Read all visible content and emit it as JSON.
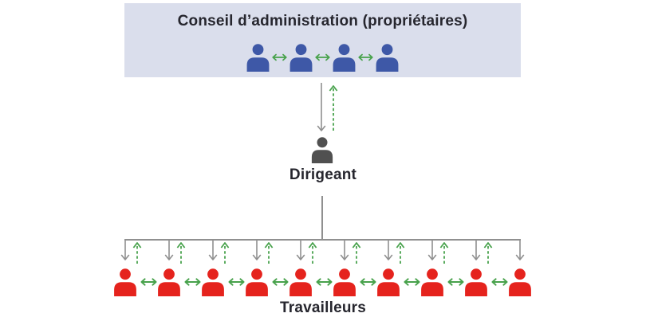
{
  "diagram": {
    "board": {
      "title": "Conseil d’administration (propriétaires)",
      "member_count": 4
    },
    "director": {
      "label": "Dirigeant"
    },
    "workers": {
      "label": "Travailleurs",
      "count": 10,
      "feedback_arrow_count": 9
    },
    "colors": {
      "board_box_bg": "#dadeec",
      "board_person": "#3e58a7",
      "director_person": "#505050",
      "worker_person": "#e5231d",
      "mutual_arrow_green": "#48a24c",
      "authority_arrow_gray": "#909090",
      "feedback_arrow_green": "#48a24c",
      "text": "#26262e"
    },
    "icons": {
      "board_member": "person-icon",
      "director": "person-icon",
      "worker": "person-icon",
      "mutual": "double-headed-arrow-icon",
      "authority": "solid-down-arrow-icon",
      "feedback": "dashed-up-arrow-icon"
    }
  }
}
